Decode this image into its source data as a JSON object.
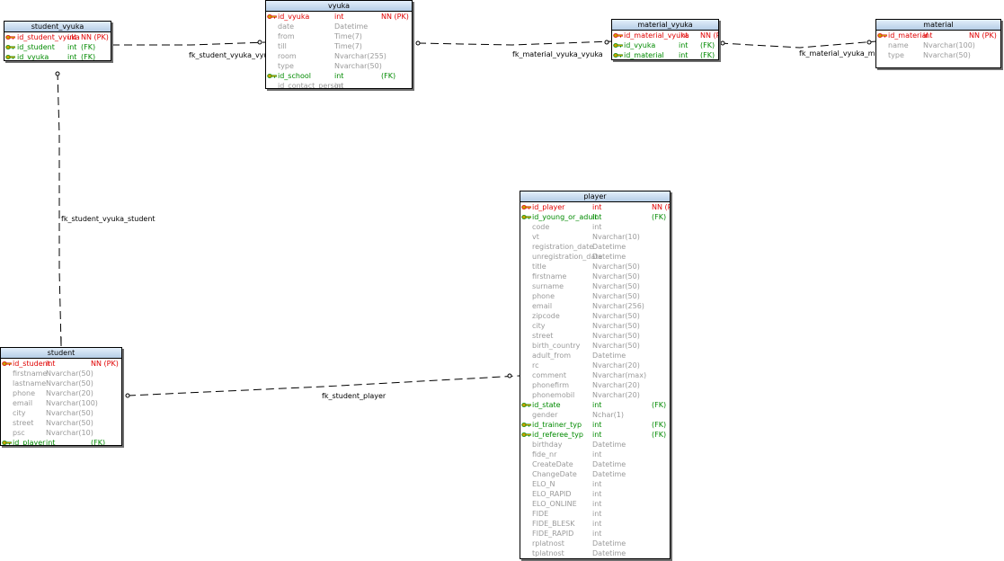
{
  "colors": {
    "pk": "#e00000",
    "fk": "#008a00",
    "plain": "#9a9a9a",
    "header": "#b6cde6",
    "key_icon": "#c8a000"
  },
  "tables": {
    "student_vyuka": {
      "title": "student_vyuka",
      "rows": [
        {
          "name": "id_student_vyuka",
          "type": "int",
          "flag": "NN (PK)",
          "kind": "pk"
        },
        {
          "name": "id_student",
          "type": "int",
          "flag": "(FK)",
          "kind": "fk"
        },
        {
          "name": "id_vyuka",
          "type": "int",
          "flag": "(FK)",
          "kind": "fk"
        }
      ]
    },
    "vyuka": {
      "title": "vyuka",
      "rows": [
        {
          "name": "id_vyuka",
          "type": "int",
          "flag": "NN (PK)",
          "kind": "pk"
        },
        {
          "name": "date",
          "type": "Datetime",
          "flag": "",
          "kind": "plain"
        },
        {
          "name": "from",
          "type": "Time(7)",
          "flag": "",
          "kind": "plain"
        },
        {
          "name": "till",
          "type": "Time(7)",
          "flag": "",
          "kind": "plain"
        },
        {
          "name": "room",
          "type": "Nvarchar(255)",
          "flag": "",
          "kind": "plain"
        },
        {
          "name": "type",
          "type": "Nvarchar(50)",
          "flag": "",
          "kind": "plain"
        },
        {
          "name": "id_school",
          "type": "int",
          "flag": "(FK)",
          "kind": "fk"
        },
        {
          "name": "id_contact_person",
          "type": "int",
          "flag": "",
          "kind": "plain"
        }
      ]
    },
    "material_vyuka": {
      "title": "material_vyuka",
      "rows": [
        {
          "name": "id_material_vyuka",
          "type": "int",
          "flag": "NN (PK)",
          "kind": "pk"
        },
        {
          "name": "id_vyuka",
          "type": "int",
          "flag": "(FK)",
          "kind": "fk"
        },
        {
          "name": "id_material",
          "type": "int",
          "flag": "(FK)",
          "kind": "fk"
        }
      ]
    },
    "material": {
      "title": "material",
      "rows": [
        {
          "name": "id_material",
          "type": "int",
          "flag": "NN (PK)",
          "kind": "pk"
        },
        {
          "name": "name",
          "type": "Nvarchar(100)",
          "flag": "",
          "kind": "plain"
        },
        {
          "name": "type",
          "type": "Nvarchar(50)",
          "flag": "",
          "kind": "plain"
        }
      ]
    },
    "student": {
      "title": "student",
      "rows": [
        {
          "name": "id_student",
          "type": "int",
          "flag": "NN (PK)",
          "kind": "pk"
        },
        {
          "name": "firstname",
          "type": "Nvarchar(50)",
          "flag": "",
          "kind": "plain"
        },
        {
          "name": "lastname",
          "type": "Nvarchar(50)",
          "flag": "",
          "kind": "plain"
        },
        {
          "name": "phone",
          "type": "Nvarchar(20)",
          "flag": "",
          "kind": "plain"
        },
        {
          "name": "email",
          "type": "Nvarchar(100)",
          "flag": "",
          "kind": "plain"
        },
        {
          "name": "city",
          "type": "Nvarchar(50)",
          "flag": "",
          "kind": "plain"
        },
        {
          "name": "street",
          "type": "Nvarchar(50)",
          "flag": "",
          "kind": "plain"
        },
        {
          "name": "psc",
          "type": "Nvarchar(10)",
          "flag": "",
          "kind": "plain"
        },
        {
          "name": "id_player",
          "type": "int",
          "flag": "(FK)",
          "kind": "fk"
        }
      ]
    },
    "player": {
      "title": "player",
      "rows": [
        {
          "name": "id_player",
          "type": "int",
          "flag": "NN (PK)",
          "kind": "pk"
        },
        {
          "name": "id_young_or_adult",
          "type": "int",
          "flag": "(FK)",
          "kind": "fk"
        },
        {
          "name": "code",
          "type": "int",
          "flag": "",
          "kind": "plain"
        },
        {
          "name": "vt",
          "type": "Nvarchar(10)",
          "flag": "",
          "kind": "plain"
        },
        {
          "name": "registration_date",
          "type": "Datetime",
          "flag": "",
          "kind": "plain"
        },
        {
          "name": "unregistration_date",
          "type": "Datetime",
          "flag": "",
          "kind": "plain"
        },
        {
          "name": "title",
          "type": "Nvarchar(50)",
          "flag": "",
          "kind": "plain"
        },
        {
          "name": "firstname",
          "type": "Nvarchar(50)",
          "flag": "",
          "kind": "plain"
        },
        {
          "name": "surname",
          "type": "Nvarchar(50)",
          "flag": "",
          "kind": "plain"
        },
        {
          "name": "phone",
          "type": "Nvarchar(50)",
          "flag": "",
          "kind": "plain"
        },
        {
          "name": "email",
          "type": "Nvarchar(256)",
          "flag": "",
          "kind": "plain"
        },
        {
          "name": "zipcode",
          "type": "Nvarchar(50)",
          "flag": "",
          "kind": "plain"
        },
        {
          "name": "city",
          "type": "Nvarchar(50)",
          "flag": "",
          "kind": "plain"
        },
        {
          "name": "street",
          "type": "Nvarchar(50)",
          "flag": "",
          "kind": "plain"
        },
        {
          "name": "birth_country",
          "type": "Nvarchar(50)",
          "flag": "",
          "kind": "plain"
        },
        {
          "name": "adult_from",
          "type": "Datetime",
          "flag": "",
          "kind": "plain"
        },
        {
          "name": "rc",
          "type": "Nvarchar(20)",
          "flag": "",
          "kind": "plain"
        },
        {
          "name": "comment",
          "type": "Nvarchar(max)",
          "flag": "",
          "kind": "plain"
        },
        {
          "name": "phonefirm",
          "type": "Nvarchar(20)",
          "flag": "",
          "kind": "plain"
        },
        {
          "name": "phonemobil",
          "type": "Nvarchar(20)",
          "flag": "",
          "kind": "plain"
        },
        {
          "name": "id_state",
          "type": "int",
          "flag": "(FK)",
          "kind": "fk"
        },
        {
          "name": "gender",
          "type": "Nchar(1)",
          "flag": "",
          "kind": "plain"
        },
        {
          "name": "id_trainer_typ",
          "type": "int",
          "flag": "(FK)",
          "kind": "fk"
        },
        {
          "name": "id_referee_typ",
          "type": "int",
          "flag": "(FK)",
          "kind": "fk"
        },
        {
          "name": "birthday",
          "type": "Datetime",
          "flag": "",
          "kind": "plain"
        },
        {
          "name": "fide_nr",
          "type": "int",
          "flag": "",
          "kind": "plain"
        },
        {
          "name": "CreateDate",
          "type": "Datetime",
          "flag": "",
          "kind": "plain"
        },
        {
          "name": "ChangeDate",
          "type": "Datetime",
          "flag": "",
          "kind": "plain"
        },
        {
          "name": "ELO_N",
          "type": "int",
          "flag": "",
          "kind": "plain"
        },
        {
          "name": "ELO_RAPID",
          "type": "int",
          "flag": "",
          "kind": "plain"
        },
        {
          "name": "ELO_ONLINE",
          "type": "int",
          "flag": "",
          "kind": "plain"
        },
        {
          "name": "FIDE",
          "type": "int",
          "flag": "",
          "kind": "plain"
        },
        {
          "name": "FIDE_BLESK",
          "type": "int",
          "flag": "",
          "kind": "plain"
        },
        {
          "name": "FIDE_RAPID",
          "type": "int",
          "flag": "",
          "kind": "plain"
        },
        {
          "name": "rplatnost",
          "type": "Datetime",
          "flag": "",
          "kind": "plain"
        },
        {
          "name": "tplatnost",
          "type": "Datetime",
          "flag": "",
          "kind": "plain"
        }
      ]
    }
  },
  "relationships": {
    "fk_student_vyuka_vyuka": {
      "label": "fk_student_vyuka_vyuka"
    },
    "fk_material_vyuka_vyuka": {
      "label": "fk_material_vyuka_vyuka"
    },
    "fk_material_vyuka_material": {
      "label": "fk_material_vyuka_materia"
    },
    "fk_student_vyuka_student": {
      "label": "fk_student_vyuka_student"
    },
    "fk_student_player": {
      "label": "fk_student_player"
    }
  }
}
